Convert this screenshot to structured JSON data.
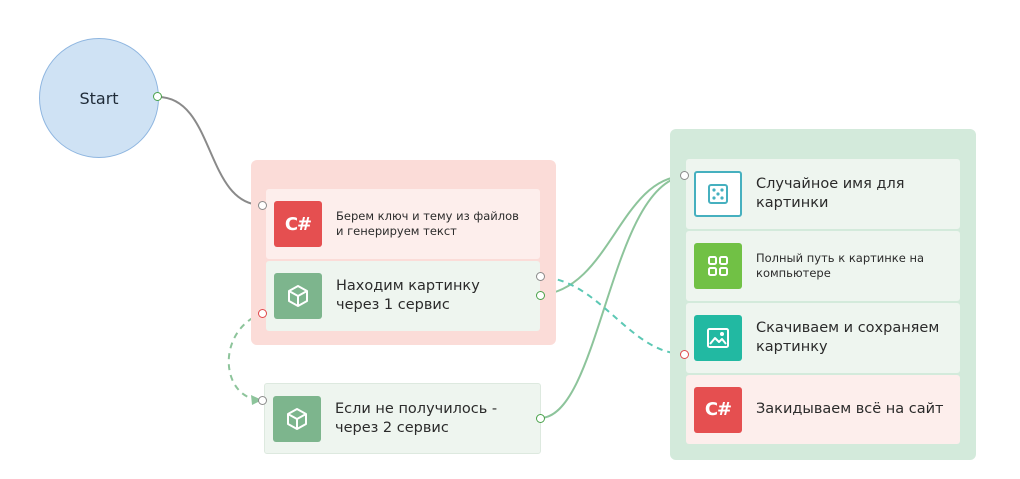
{
  "start": {
    "label": "Start"
  },
  "blocks": {
    "keys_text": {
      "label": "Берем ключ и тему из файлов и генерируем текст",
      "icon": "csharp-icon",
      "icon_text": "C#"
    },
    "find_image_1": {
      "label": "Находим картинку через 1 сервис",
      "icon": "cube-icon"
    },
    "find_image_2": {
      "label": "Если не получилось - через 2 сервис",
      "icon": "cube-icon"
    },
    "random_name": {
      "label": "Случайное имя для картинки",
      "icon": "dice-icon"
    },
    "full_path": {
      "label": "Полный путь к картинке на компьютере",
      "icon": "grid-icon"
    },
    "download_image": {
      "label": "Скачиваем и сохраняем картинку",
      "icon": "image-icon"
    },
    "upload_site": {
      "label": "Закидываем всё на сайт",
      "icon": "csharp-icon",
      "icon_text": "C#"
    }
  },
  "colors": {
    "start_fill": "#cfe2f4",
    "group_red": "#fbdcd8",
    "group_green": "#d3eadb",
    "wire_gray": "#8a8a8a",
    "wire_green": "#8dc49b",
    "wire_teal_dashed": "#5cc8b4"
  }
}
